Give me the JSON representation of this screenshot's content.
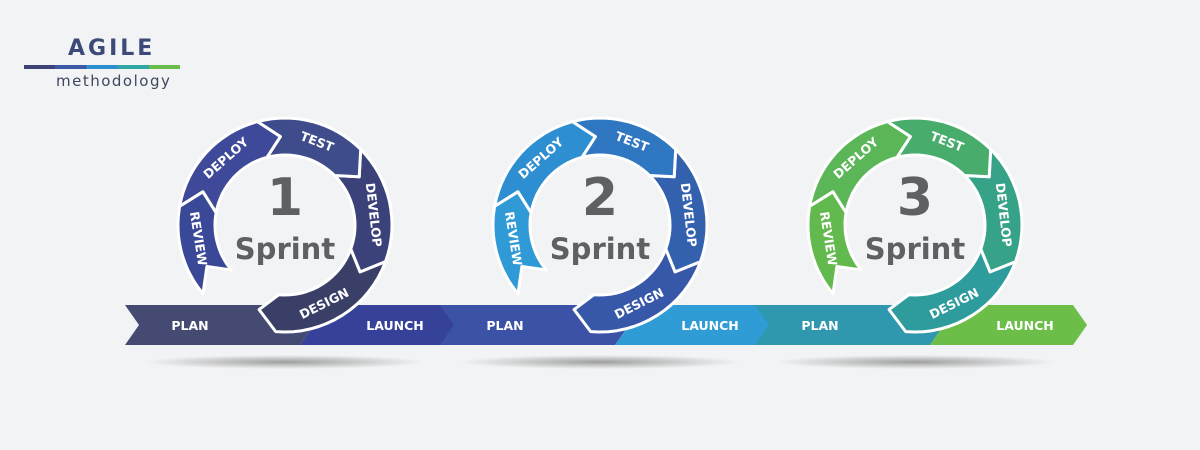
{
  "logo": {
    "title": "AGILE",
    "subtitle": "methodology"
  },
  "sprints": [
    {
      "number": "1",
      "sprint_label": "Sprint",
      "plan_label": "PLAN",
      "launch_label": "LAUNCH",
      "segments": [
        "DESIGN",
        "DEVELOP",
        "TEST",
        "DEPLOY",
        "REVIEW"
      ],
      "colors": {
        "plan": "#454a72",
        "launch": "#36429a",
        "segments": [
          "#3a3f68",
          "#3b427a",
          "#3e4c8c",
          "#3f499a",
          "#3a4898"
        ]
      }
    },
    {
      "number": "2",
      "sprint_label": "Sprint",
      "plan_label": "PLAN",
      "launch_label": "LAUNCH",
      "segments": [
        "DESIGN",
        "DEVELOP",
        "TEST",
        "DEPLOY",
        "REVIEW"
      ],
      "colors": {
        "plan": "#3c52a6",
        "launch": "#2f9cd6",
        "segments": [
          "#3757a8",
          "#3461ad",
          "#2f77c0",
          "#2d8fd2",
          "#2f9ad6"
        ]
      }
    },
    {
      "number": "3",
      "sprint_label": "Sprint",
      "plan_label": "PLAN",
      "launch_label": "LAUNCH",
      "segments": [
        "DESIGN",
        "DEVELOP",
        "TEST",
        "DEPLOY",
        "REVIEW"
      ],
      "colors": {
        "plan": "#2f97ae",
        "launch": "#6cbe48",
        "segments": [
          "#2e9b9c",
          "#36a287",
          "#48ad6c",
          "#5ab656",
          "#62b94d"
        ]
      }
    }
  ]
}
